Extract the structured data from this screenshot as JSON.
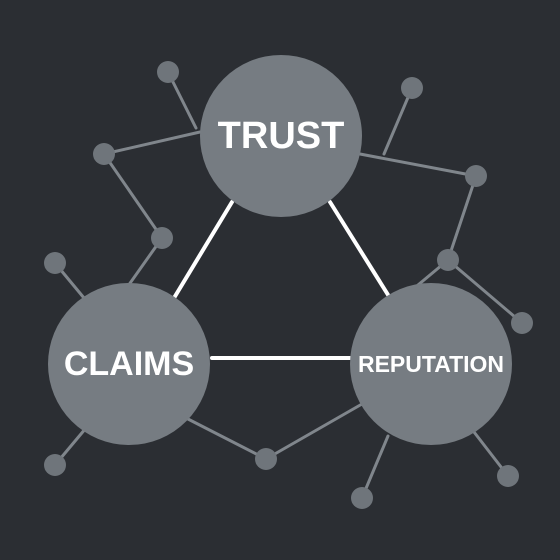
{
  "diagram": {
    "nodes": {
      "trust": {
        "label": "TRUST"
      },
      "claims": {
        "label": "CLAIMS"
      },
      "reputation": {
        "label": "REPUTATION"
      }
    }
  },
  "colors": {
    "background": "#2b2e33",
    "node_fill": "#767c82",
    "small_node_fill": "#6f757b",
    "edge_main": "#ffffff",
    "edge_network": "#80868c",
    "label": "#ffffff"
  }
}
